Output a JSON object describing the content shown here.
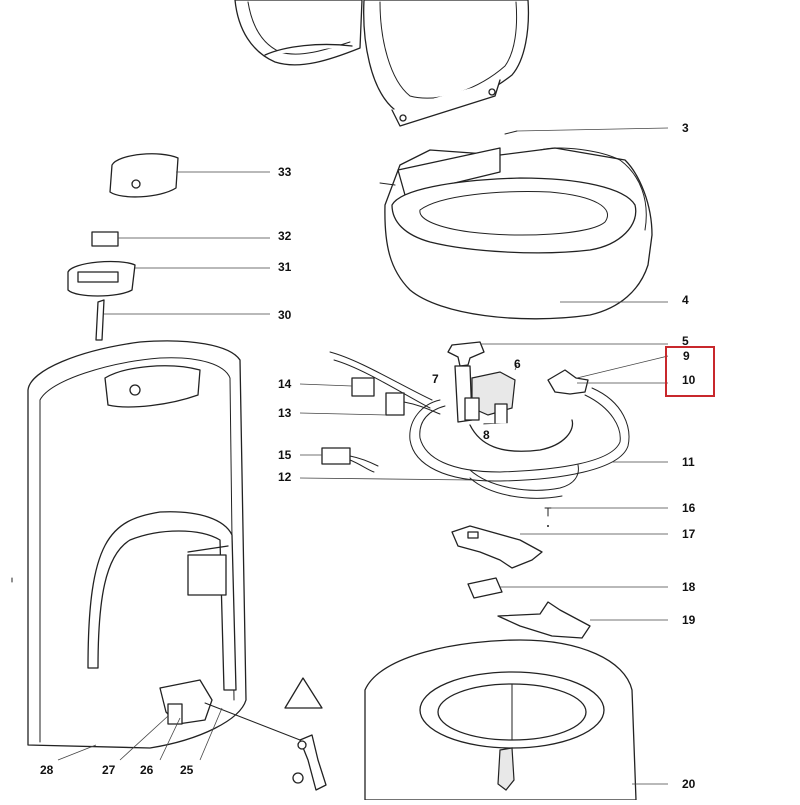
{
  "parts": [
    {
      "id": "p3",
      "num": "3"
    },
    {
      "id": "p4",
      "num": "4"
    },
    {
      "id": "p5",
      "num": "5"
    },
    {
      "id": "p6",
      "num": "6"
    },
    {
      "id": "p7",
      "num": "7"
    },
    {
      "id": "p8",
      "num": "8"
    },
    {
      "id": "p9",
      "num": "9"
    },
    {
      "id": "p10",
      "num": "10"
    },
    {
      "id": "p11",
      "num": "11"
    },
    {
      "id": "p12",
      "num": "12"
    },
    {
      "id": "p13",
      "num": "13"
    },
    {
      "id": "p14",
      "num": "14"
    },
    {
      "id": "p15",
      "num": "15"
    },
    {
      "id": "p16",
      "num": "16"
    },
    {
      "id": "p17",
      "num": "17"
    },
    {
      "id": "p18",
      "num": "18"
    },
    {
      "id": "p19",
      "num": "19"
    },
    {
      "id": "p20",
      "num": "20"
    },
    {
      "id": "p25",
      "num": "25"
    },
    {
      "id": "p26",
      "num": "26"
    },
    {
      "id": "p27",
      "num": "27"
    },
    {
      "id": "p28",
      "num": "28"
    },
    {
      "id": "p30",
      "num": "30"
    },
    {
      "id": "p31",
      "num": "31"
    },
    {
      "id": "p32",
      "num": "32"
    },
    {
      "id": "p33",
      "num": "33"
    }
  ],
  "highlight_color": "#c8282c"
}
